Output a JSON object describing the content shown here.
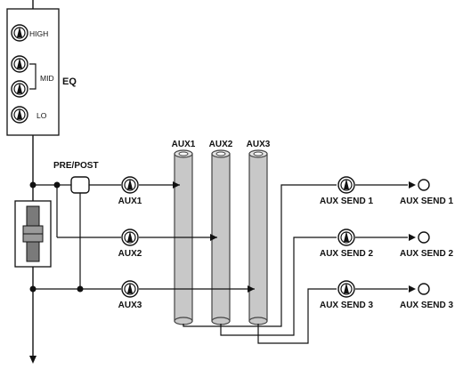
{
  "eq": {
    "title": "EQ",
    "high_label": "HIGH",
    "mid_label": "MID",
    "lo_label": "LO"
  },
  "prepost_label": "PRE/POST",
  "aux_knobs": [
    {
      "label": "AUX1"
    },
    {
      "label": "AUX2"
    },
    {
      "label": "AUX3"
    }
  ],
  "buses": [
    {
      "label": "AUX1"
    },
    {
      "label": "AUX2"
    },
    {
      "label": "AUX3"
    }
  ],
  "sends": [
    {
      "knob_label": "AUX SEND 1",
      "output_label": "AUX SEND 1"
    },
    {
      "knob_label": "AUX SEND 2",
      "output_label": "AUX SEND 2"
    },
    {
      "knob_label": "AUX SEND 3",
      "output_label": "AUX SEND 3"
    }
  ],
  "colors": {
    "line": "#111111",
    "bus_fill": "#c8c8c8",
    "bus_stroke": "#444444",
    "fader_fill": "#7a7a7a"
  },
  "icons": {
    "knob": "rotary-knob-icon",
    "output": "output-jack-circle-icon",
    "switch": "pre-post-switch-icon",
    "fader": "channel-fader-icon"
  }
}
